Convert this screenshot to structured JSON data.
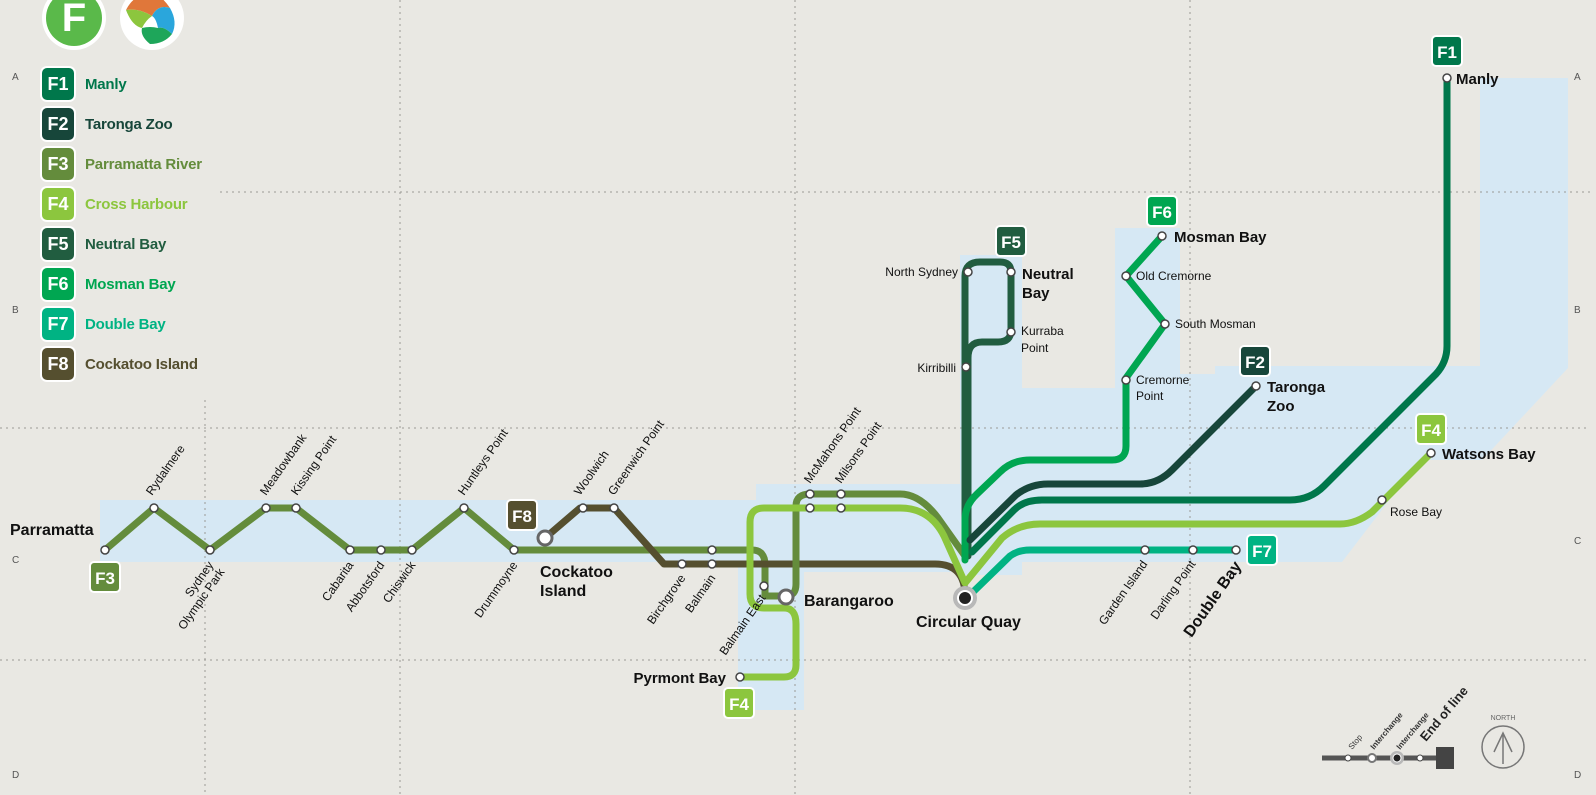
{
  "header": {
    "mode_letter": "F"
  },
  "legend": [
    {
      "code": "F1",
      "name": "Manly",
      "color": "#00774b"
    },
    {
      "code": "F2",
      "name": "Taronga Zoo",
      "color": "#17463a"
    },
    {
      "code": "F3",
      "name": "Parramatta River",
      "color": "#648c3c"
    },
    {
      "code": "F4",
      "name": "Cross Harbour",
      "color": "#8cc63e"
    },
    {
      "code": "F5",
      "name": "Neutral Bay",
      "color": "#215d40"
    },
    {
      "code": "F6",
      "name": "Mosman Bay",
      "color": "#00a651"
    },
    {
      "code": "F7",
      "name": "Double Bay",
      "color": "#00b383"
    },
    {
      "code": "F8",
      "name": "Cockatoo Island",
      "color": "#554f2f"
    }
  ],
  "grid_letters": [
    "A",
    "B",
    "C",
    "D"
  ],
  "stops": {
    "parramatta": "Parramatta",
    "rydalmere": "Rydalmere",
    "sydney_olympic_park_1": "Sydney",
    "sydney_olympic_park_2": "Olympic Park",
    "meadowbank": "Meadowbank",
    "kissing_point": "Kissing Point",
    "cabarita": "Cabarita",
    "abbotsford": "Abbotsford",
    "chiswick": "Chiswick",
    "huntleys_point": "Huntleys Point",
    "drummoyne": "Drummoyne",
    "cockatoo_island_1": "Cockatoo",
    "cockatoo_island_2": "Island",
    "woolwich": "Woolwich",
    "greenwich_point": "Greenwich Point",
    "birchgrove": "Birchgrove",
    "balmain": "Balmain",
    "balmain_east": "Balmain East",
    "mcmahons_point": "McMahons Point",
    "milsons_point": "Milsons Point",
    "barangaroo": "Barangaroo",
    "pyrmont_bay": "Pyrmont Bay",
    "circular_quay": "Circular Quay",
    "north_sydney": "North Sydney",
    "neutral_bay_1": "Neutral",
    "neutral_bay_2": "Bay",
    "kurraba_point_1": "Kurraba",
    "kurraba_point_2": "Point",
    "kirribilli": "Kirribilli",
    "mosman_bay": "Mosman Bay",
    "old_cremorne": "Old Cremorne",
    "south_mosman": "South Mosman",
    "cremorne_point_1": "Cremorne",
    "cremorne_point_2": "Point",
    "taronga_zoo_1": "Taronga",
    "taronga_zoo_2": "Zoo",
    "manly": "Manly",
    "watsons_bay": "Watsons Bay",
    "rose_bay": "Rose Bay",
    "garden_island": "Garden Island",
    "darling_point": "Darling Point",
    "double_bay": "Double Bay"
  },
  "key": {
    "stop": "Stop",
    "interchange": "Interchange",
    "end_of_line": "End of line",
    "north": "NORTH"
  }
}
